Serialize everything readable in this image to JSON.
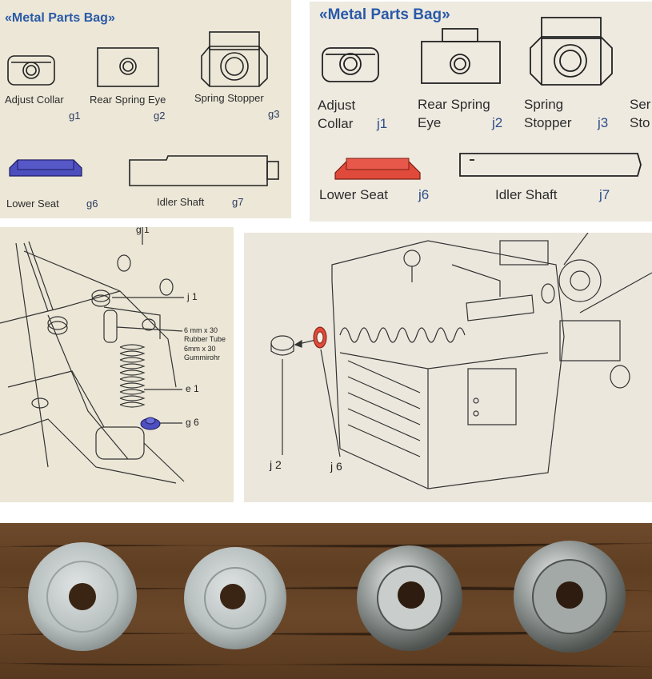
{
  "panel_a": {
    "title": "«Metal Parts Bag»",
    "parts": [
      {
        "name": "Adjust Collar",
        "code": "g1"
      },
      {
        "name": "Rear Spring Eye",
        "code": "g2"
      },
      {
        "name": "Spring Stopper",
        "code": "g3"
      },
      {
        "name": "Lower Seat",
        "code": "g6"
      },
      {
        "name": "Idler Shaft",
        "code": "g7"
      }
    ]
  },
  "panel_b": {
    "title": "«Metal Parts Bag»",
    "parts": [
      {
        "name_line1": "Adjust",
        "name_line2": "Collar",
        "code": "j1"
      },
      {
        "name_line1": "Rear Spring",
        "name_line2": "Eye",
        "code": "j2"
      },
      {
        "name_line1": "Spring",
        "name_line2": "Stopper",
        "code": "j3"
      },
      {
        "name_line1": "Ser",
        "name_line2": "Sto"
      },
      {
        "name": "Lower Seat",
        "code": "j6"
      },
      {
        "name": "Idler Shaft",
        "code": "j7"
      }
    ]
  },
  "diagram_left": {
    "labels": [
      "g 1",
      "j 1",
      "6 mm x 30",
      "Rubber Tube",
      "6mm x 30",
      "Gummirohr",
      "e 1",
      "g 6"
    ]
  },
  "diagram_right": {
    "labels": [
      "j 2",
      "j 6"
    ]
  },
  "colors": {
    "highlight_blue": "#4d4fbf",
    "highlight_red": "#e04a3a",
    "title_blue": "#2a5aa8"
  }
}
